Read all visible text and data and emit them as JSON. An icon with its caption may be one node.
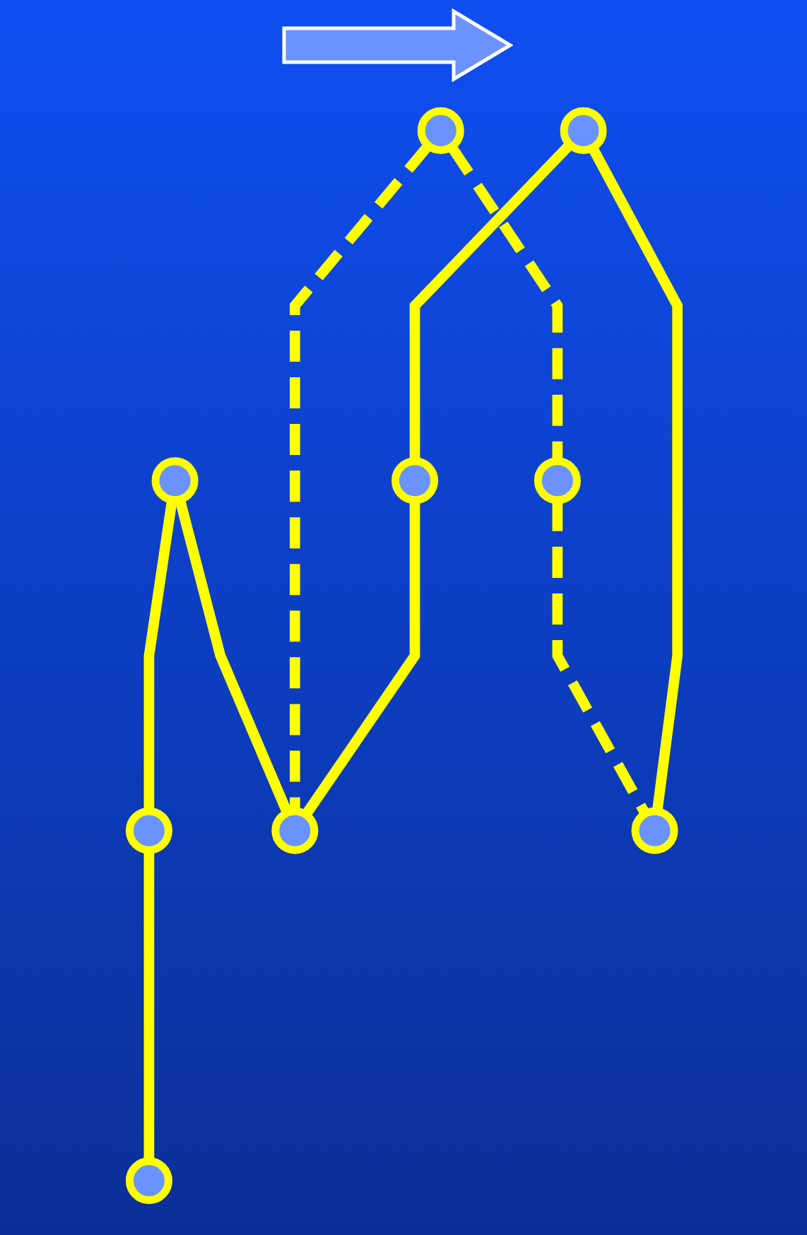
{
  "diagram": {
    "nodes": [
      {
        "text": [],
        "shape": "circle"
      },
      {
        "text": [],
        "shape": "circle"
      },
      {
        "text": [],
        "shape": "circle"
      },
      {
        "text": [],
        "shape": "circle"
      },
      {
        "text": [],
        "shape": "circle"
      },
      {
        "text": [],
        "shape": "circle"
      },
      {
        "text": [],
        "shape": "circle"
      },
      {
        "text": [],
        "shape": "circle"
      },
      {
        "text": [],
        "shape": "circle"
      }
    ],
    "edges": [
      {
        "from": 0,
        "to": 2,
        "arrow": "none"
      },
      {
        "from": 1,
        "to": 3,
        "arrow": "none",
        "style": "dashed"
      },
      {
        "from": 0,
        "to": 6,
        "arrow": "none"
      },
      {
        "from": 1,
        "to": 6,
        "arrow": "none",
        "style": "dashed"
      },
      {
        "from": 2,
        "to": 8,
        "arrow": "none"
      },
      {
        "from": 3,
        "to": 7,
        "arrow": "none",
        "style": "dashed"
      },
      {
        "from": 4,
        "to": 5,
        "arrow": "none"
      },
      {
        "from": 5,
        "to": 6,
        "arrow": "none"
      },
      {
        "from": 4,
        "to": 7,
        "arrow": "none"
      }
    ]
  }
}
